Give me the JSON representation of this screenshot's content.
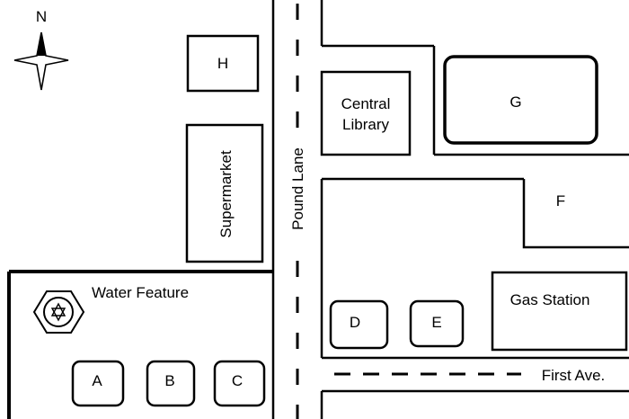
{
  "compass": {
    "north_label": "N",
    "icon": "compass-rose-icon"
  },
  "streets": {
    "pound_lane": "Pound Lane",
    "first_ave": "First Ave."
  },
  "buildings": {
    "h": "H",
    "supermarket": "Supermarket",
    "central_library_line1": "Central",
    "central_library_line2": "Library",
    "g": "G",
    "f": "F",
    "gas_station": "Gas Station",
    "d": "D",
    "e": "E",
    "a": "A",
    "b": "B",
    "c": "C"
  },
  "water_feature": {
    "label": "Water Feature",
    "icon": "star-of-david-fountain-icon"
  },
  "colors": {
    "ink": "#000000",
    "background": "#ffffff"
  }
}
